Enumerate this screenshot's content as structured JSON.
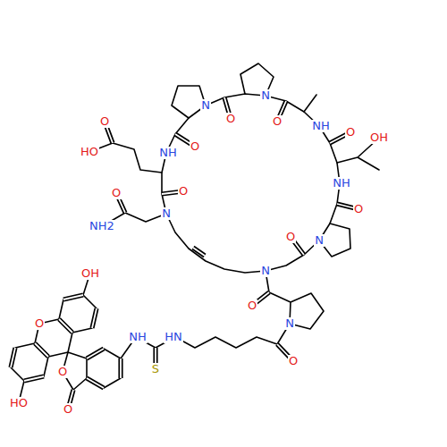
{
  "diagram": {
    "labels": [
      "O",
      "HO",
      "NH",
      "O",
      "N",
      "O",
      "N",
      "O",
      "NH",
      "O",
      "OH",
      "NH",
      "O",
      "O",
      "N",
      "O",
      "N",
      "O",
      "NH2",
      "N",
      "O",
      "N",
      "O",
      "OH",
      "HN",
      "NH",
      "S",
      "O",
      "O",
      "O",
      "HO"
    ]
  }
}
